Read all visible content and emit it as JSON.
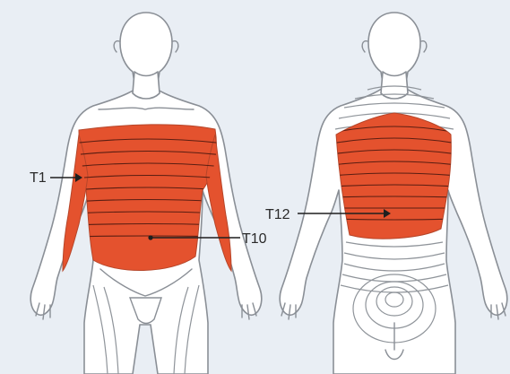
{
  "labels": {
    "t1": "T1",
    "t10": "T10",
    "t12": "T12"
  },
  "colors": {
    "background": "#e9eef4",
    "dermatome_fill": "#e4522e",
    "band_line": "#5a1e12",
    "outline": "#8a8f96"
  }
}
